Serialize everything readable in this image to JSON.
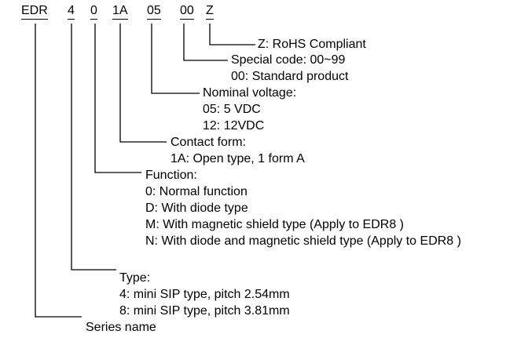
{
  "code_parts": [
    "EDR",
    "4",
    "0",
    "1A",
    "05",
    "00",
    "Z"
  ],
  "sections": {
    "z": {
      "title": "Z: RoHS Compliant"
    },
    "special": {
      "title": "Special code: 00~99",
      "items": [
        "00: Standard product"
      ]
    },
    "voltage": {
      "title": "Nominal voltage:",
      "items": [
        "05: 5 VDC",
        "12: 12VDC"
      ]
    },
    "contact": {
      "title": "Contact form:",
      "items": [
        "1A: Open type, 1 form A"
      ]
    },
    "function": {
      "title": "Function:",
      "items": [
        "0: Normal function",
        "D: With diode type",
        "M: With magnetic shield type (Apply to EDR8 )",
        "N: With diode and magnetic shield type (Apply to EDR8 )"
      ]
    },
    "type": {
      "title": "Type:",
      "items": [
        "4: mini SIP type, pitch 2.54mm",
        "8: mini SIP type, pitch 3.81mm"
      ]
    },
    "series": {
      "title": "Series name"
    }
  }
}
